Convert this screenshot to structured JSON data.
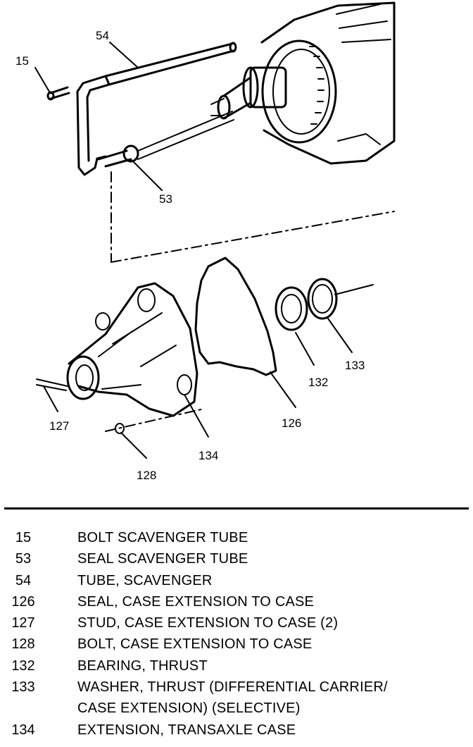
{
  "diagram": {
    "callouts": {
      "c15": "15",
      "c54": "54",
      "c53": "53",
      "c132": "132",
      "c133": "133",
      "c126": "126",
      "c127": "127",
      "c134": "134",
      "c128": "128"
    }
  },
  "legend": [
    {
      "num": "15",
      "desc": "BOLT SCAVENGER TUBE"
    },
    {
      "num": "53",
      "desc": "SEAL SCAVENGER TUBE"
    },
    {
      "num": "54",
      "desc": "TUBE, SCAVENGER"
    },
    {
      "num": "126",
      "desc": "SEAL, CASE EXTENSION TO CASE"
    },
    {
      "num": "127",
      "desc": "STUD, CASE EXTENSION TO CASE (2)"
    },
    {
      "num": "128",
      "desc": "BOLT, CASE EXTENSION TO CASE"
    },
    {
      "num": "132",
      "desc": "BEARING, THRUST"
    },
    {
      "num": "133",
      "desc": "WASHER, THRUST (DIFFERENTIAL CARRIER/"
    },
    {
      "num": "",
      "desc": "CASE EXTENSION) (SELECTIVE)"
    },
    {
      "num": "134",
      "desc": "EXTENSION, TRANSAXLE CASE"
    }
  ]
}
